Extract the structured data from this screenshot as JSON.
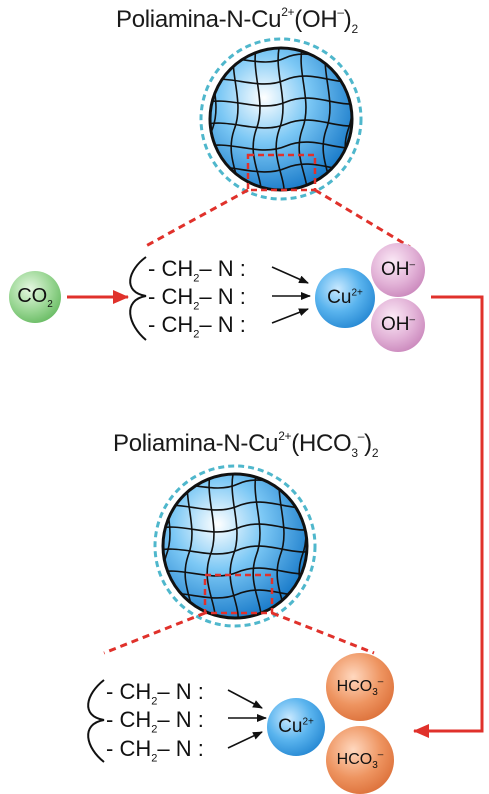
{
  "top": {
    "title_main": "Poliamina-N-Cu",
    "title_sup": "2+",
    "title_ligand": "(OH",
    "title_ligand_sup": "–",
    "title_close": ")",
    "title_sub": "2"
  },
  "bottom": {
    "title_main": "Poliamina-N-Cu",
    "title_sup": "2+",
    "title_ligand": "(HCO",
    "title_ligand_sub": "3",
    "title_ligand_sup": "–",
    "title_close": ")",
    "title_sub": "2"
  },
  "co2": {
    "label": "CO",
    "sub": "2"
  },
  "chain": {
    "prefix": "- CH",
    "sub": "2",
    "suffix": "– N :"
  },
  "copper": {
    "label": "Cu",
    "sup": "2+"
  },
  "hydroxide": {
    "label": "OH",
    "sup": "–"
  },
  "bicarbonate": {
    "label": "HCO",
    "sub": "3",
    "sup": "–"
  },
  "colors": {
    "bead_blue": "#3aa0e0",
    "bead_dashed_ring": "#4fb7cc",
    "co2_green": "#7cc97a",
    "copper_blue": "#3c9fe2",
    "hydroxide_pink": "#d79acb",
    "bicarbonate_orange": "#e8804c",
    "arrow_red": "#e0312b"
  }
}
